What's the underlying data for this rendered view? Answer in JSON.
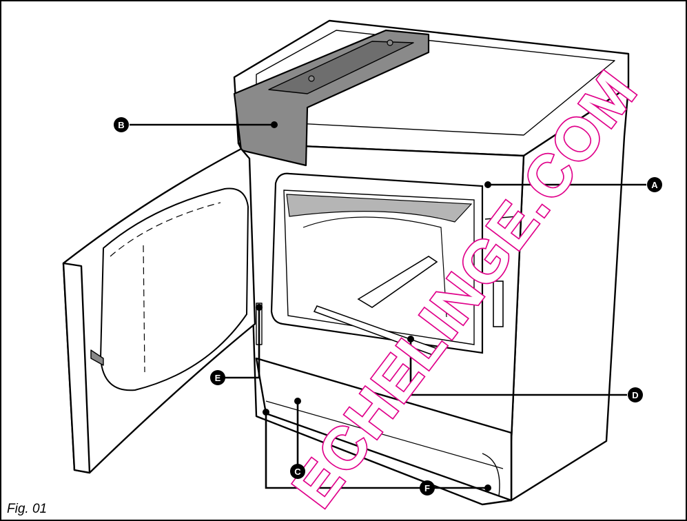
{
  "figure": {
    "caption": "Fig. 01"
  },
  "callouts": [
    {
      "letter": "A"
    },
    {
      "letter": "B"
    },
    {
      "letter": "C"
    },
    {
      "letter": "D"
    },
    {
      "letter": "E"
    },
    {
      "letter": "F"
    }
  ],
  "watermark": {
    "text": "ECHELINGE.COM",
    "color": "#e0008a"
  },
  "colors": {
    "outline": "#000000",
    "control_panel": "#8a8a8a",
    "drum_shadow": "#b5b5b5"
  }
}
